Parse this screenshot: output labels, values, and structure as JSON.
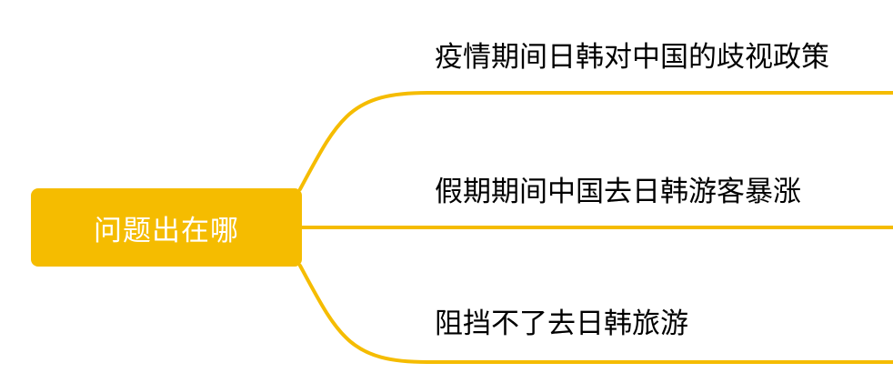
{
  "colors": {
    "root_fill": "#F5BC00",
    "connector": "#F5BC00",
    "root_text": "#ffffff",
    "branch_text": "#000000"
  },
  "mindmap": {
    "root": {
      "label": "问题出在哪"
    },
    "branches": [
      {
        "label": "疫情期间日韩对中国的歧视政策"
      },
      {
        "label": "假期期间中国去日韩游客暴涨"
      },
      {
        "label": "阻挡不了去日韩旅游"
      }
    ]
  }
}
